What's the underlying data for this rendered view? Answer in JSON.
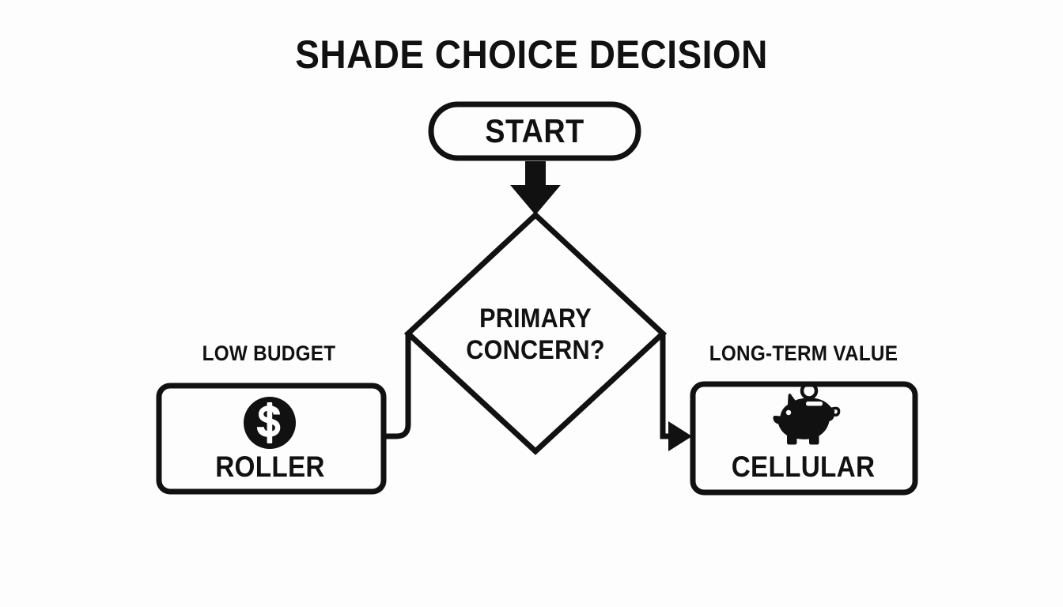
{
  "page": {
    "title": "SHADE CHOICE DECISION",
    "background_color": "#fdfdfe",
    "ink_color": "#111111"
  },
  "flowchart": {
    "start": {
      "label": "START",
      "shape": "stadium"
    },
    "decision": {
      "label_line1": "PRIMARY",
      "label_line2": "CONCERN?",
      "label": "PRIMARY CONCERN?",
      "shape": "diamond"
    },
    "branches": [
      {
        "edge_label": "LOW BUDGET",
        "node_label": "ROLLER",
        "icon": "dollar-coin-icon",
        "side": "left",
        "shape": "rounded-rectangle"
      },
      {
        "edge_label": "LONG-TERM VALUE",
        "node_label": "CELLULAR",
        "icon": "piggy-bank-icon",
        "side": "right",
        "shape": "rounded-rectangle"
      }
    ],
    "connectors": [
      {
        "name": "start-to-decision",
        "arrowhead": true,
        "direction": "down"
      },
      {
        "name": "decision-to-roller",
        "arrowhead": false,
        "direction": "left"
      },
      {
        "name": "decision-to-cellular",
        "arrowhead": true,
        "direction": "right"
      }
    ]
  }
}
